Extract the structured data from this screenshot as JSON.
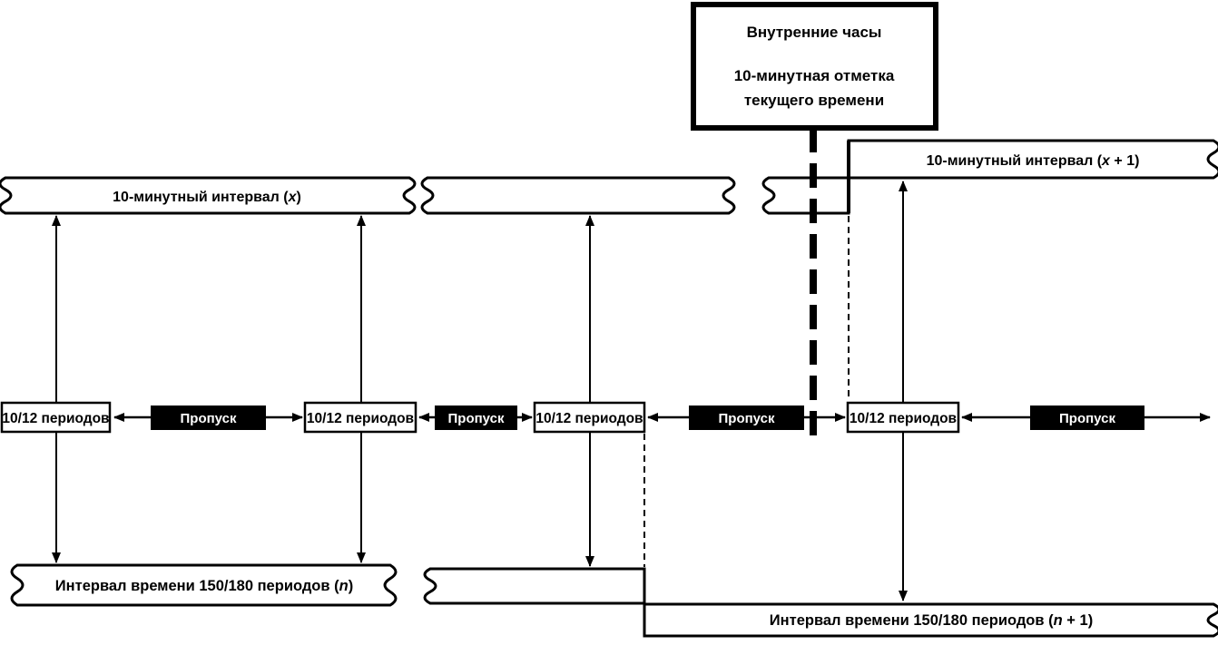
{
  "diagram": {
    "title_semantic": "10-minute interval timing diagram",
    "colors": {
      "ink": "#000000",
      "paper": "#ffffff"
    },
    "clock_box": {
      "line1": "Внутренние часы",
      "line2": "10-минутная отметка",
      "line3": "текущего времени"
    },
    "intervals": {
      "x": {
        "pre": "10-минутный интервал (",
        "var": "x",
        "post": ")"
      },
      "x_plus_1": {
        "pre": "10-минутный интервал (",
        "var": "x",
        "post": " + 1)"
      },
      "n": {
        "pre": "Интервал времени 150/180 периодов (",
        "var": "n",
        "post": ")"
      },
      "n_plus_1": {
        "pre": "Интервал времени 150/180 периодов (",
        "var": "n",
        "post": " + 1)"
      }
    },
    "period_boxes": [
      {
        "label": "10/12 периодов"
      },
      {
        "label": "10/12 периодов"
      },
      {
        "label": "10/12 периодов"
      },
      {
        "label": "10/12 периодов"
      }
    ],
    "skip_boxes": [
      {
        "label": "Пропуск"
      },
      {
        "label": "Пропуск"
      },
      {
        "label": "Пропуск"
      },
      {
        "label": "Пропуск"
      }
    ]
  }
}
